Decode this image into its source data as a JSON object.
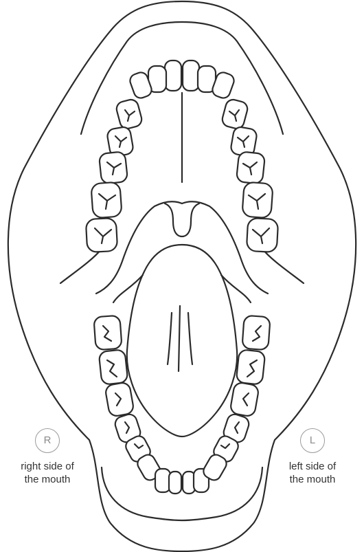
{
  "right_side": {
    "badge": "R",
    "label_line1": "right side of",
    "label_line2": "the mouth"
  },
  "left_side": {
    "badge": "L",
    "label_line1": "left side of",
    "label_line2": "the mouth"
  },
  "colors": {
    "outline": "#2b2b2b",
    "badge_border": "#9a9a9a",
    "text": "#333333",
    "background": "#ffffff"
  }
}
